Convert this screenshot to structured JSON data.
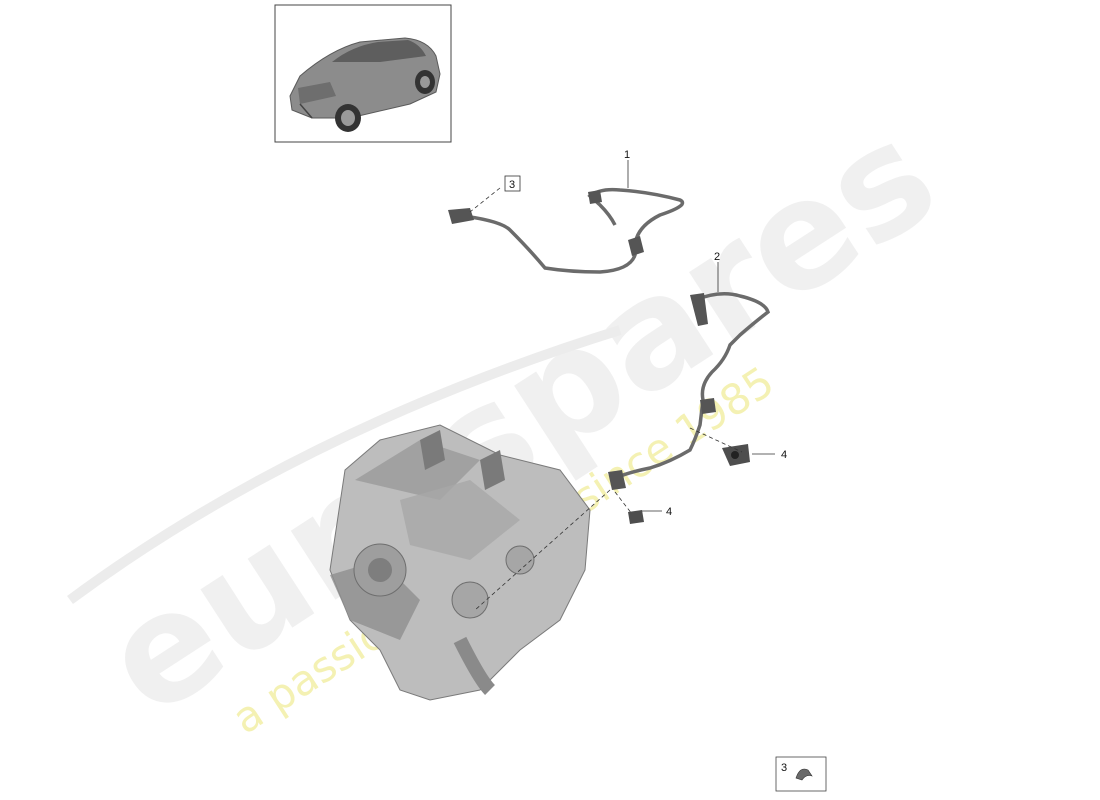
{
  "watermark": {
    "brand": "eurospares",
    "tagline": "a passion for parts since 1985"
  },
  "callouts": {
    "part1": "1",
    "part2": "2",
    "part3": "3",
    "part4a": "4",
    "part4b": "4",
    "legend3": "3"
  },
  "colors": {
    "line": "#333333",
    "hose": "#6b6b6b",
    "engine": "#9a9a9a",
    "car": "#8c8c8c"
  }
}
